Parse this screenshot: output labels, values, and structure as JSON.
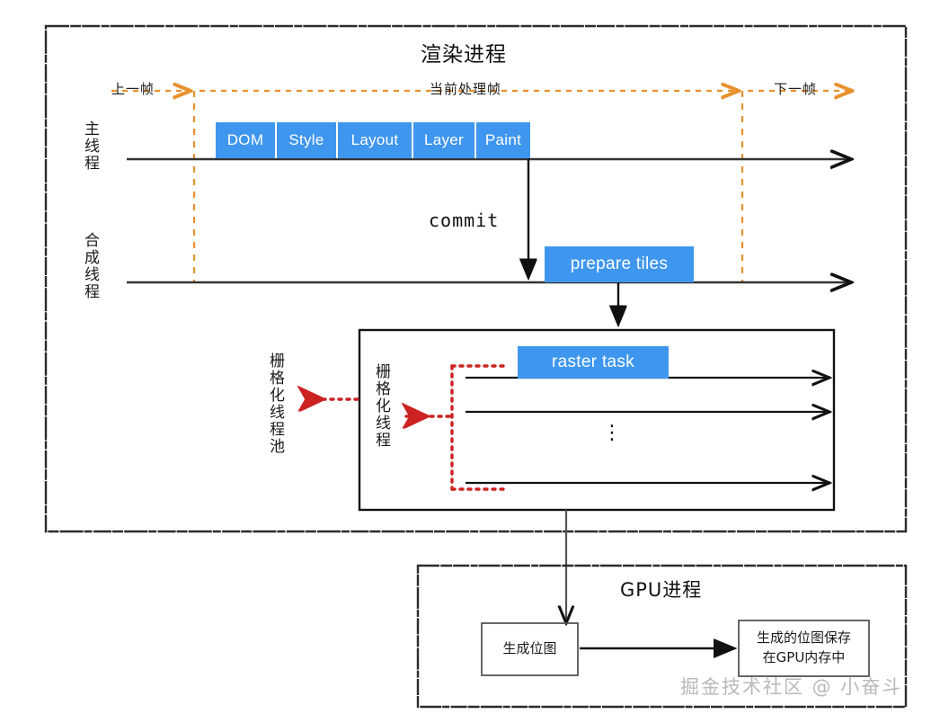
{
  "diagram": {
    "render_process": {
      "title": "渲染进程",
      "frame_markers": {
        "previous": "上一帧",
        "current": "当前处理帧",
        "next": "下一帧",
        "color": "#e8912d"
      },
      "lanes": [
        {
          "label": "主线程"
        },
        {
          "label": "合成线程"
        }
      ],
      "main_thread_stages": [
        "DOM",
        "Style",
        "Layout",
        "Layer",
        "Paint"
      ],
      "commit_label": "commit",
      "compositor_task": "prepare tiles",
      "raster_box": {
        "task_label": "raster task",
        "thread_label": "栅格化线程",
        "pool_label": "栅格化线程池",
        "ellipsis": "⋮",
        "lane_count": 3,
        "arrow_color": "#cc2222"
      },
      "chip_color": "#3f96ee"
    },
    "gpu_process": {
      "title": "GPU进程",
      "nodes": [
        {
          "label": "生成位图"
        },
        {
          "label": "生成的位图保存\n在GPU内存中"
        }
      ]
    },
    "watermark": "掘金技术社区 @ 小奋斗"
  }
}
